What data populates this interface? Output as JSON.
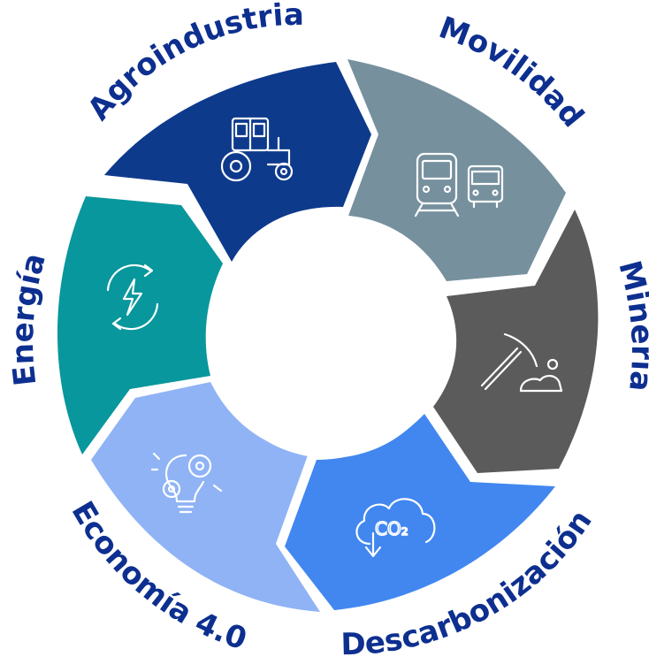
{
  "segments": [
    {
      "label": "Agroindustria",
      "color": "#0e3a8c",
      "icon": "tractor-icon"
    },
    {
      "label": "Movilidad",
      "color": "#76909e",
      "icon": "train-bus-icon"
    },
    {
      "label": "Minería",
      "color": "#5b5b5b",
      "icon": "pickaxe-icon"
    },
    {
      "label": "Descarbonización",
      "color": "#4287f0",
      "icon": "co2-cloud-icon"
    },
    {
      "label": "Economía 4.0",
      "color": "#8fb3f5",
      "icon": "lightbulb-gears-icon"
    },
    {
      "label": "Energía",
      "color": "#08979c",
      "icon": "renewable-energy-icon"
    }
  ],
  "co2_text": "CO₂"
}
